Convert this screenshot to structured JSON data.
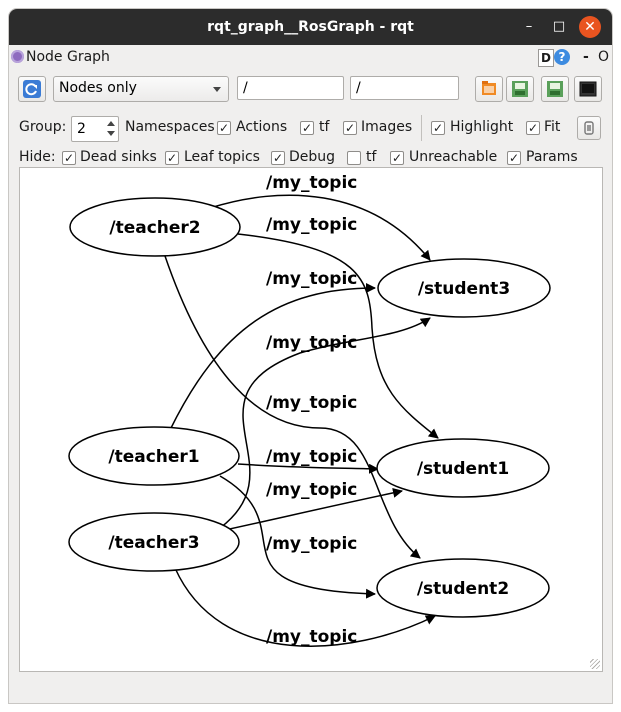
{
  "window": {
    "title": "rqt_graph__RosGraph - rqt",
    "minimize_glyph": "–",
    "maximize_glyph": "□",
    "close_glyph": "✕"
  },
  "plugin": {
    "title": "Node Graph",
    "help_d": "D",
    "help_q": "?",
    "dash": "-",
    "circle": "O"
  },
  "toolbar": {
    "display_mode": "Nodes only",
    "node_filter": "/",
    "topic_filter": "/"
  },
  "options": {
    "group_label": "Group:",
    "group_value": "2",
    "items": [
      {
        "label": "Namespaces",
        "checked": false,
        "has_checkbox": false
      },
      {
        "label": "Actions",
        "checked": true
      },
      {
        "label": "tf",
        "checked": true
      },
      {
        "label": "Images",
        "checked": true
      },
      {
        "label": "Highlight",
        "checked": true
      },
      {
        "label": "Fit",
        "checked": true
      }
    ]
  },
  "hide": {
    "label": "Hide:",
    "items": [
      {
        "label": "Dead sinks",
        "checked": true
      },
      {
        "label": "Leaf topics",
        "checked": true
      },
      {
        "label": "Debug",
        "checked": true
      },
      {
        "label": "tf",
        "checked": false
      },
      {
        "label": "Unreachable",
        "checked": true
      },
      {
        "label": "Params",
        "checked": true
      }
    ]
  },
  "graph": {
    "nodes": {
      "teacher2": "/teacher2",
      "teacher1": "/teacher1",
      "teacher3": "/teacher3",
      "student3": "/student3",
      "student1": "/student1",
      "student2": "/student2"
    },
    "edges": [
      {
        "from": "/teacher2",
        "to": "/student3",
        "label": "/my_topic"
      },
      {
        "from": "/teacher2",
        "to": "/student1",
        "label": "/my_topic"
      },
      {
        "from": "/teacher1",
        "to": "/student3",
        "label": "/my_topic"
      },
      {
        "from": "/teacher3",
        "to": "/student3",
        "label": "/my_topic"
      },
      {
        "from": "/teacher2",
        "to": "/student2",
        "label": "/my_topic"
      },
      {
        "from": "/teacher1",
        "to": "/student1",
        "label": "/my_topic"
      },
      {
        "from": "/teacher3",
        "to": "/student1",
        "label": "/my_topic"
      },
      {
        "from": "/teacher1",
        "to": "/student2",
        "label": "/my_topic"
      },
      {
        "from": "/teacher3",
        "to": "/student2",
        "label": "/my_topic"
      }
    ]
  }
}
